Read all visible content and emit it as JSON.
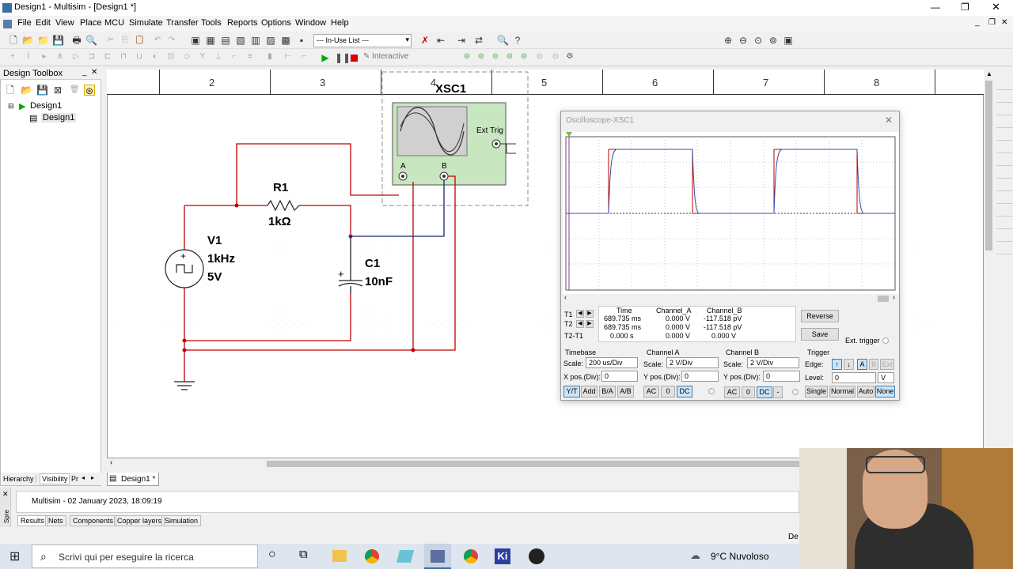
{
  "window": {
    "title": "Design1 - Multisim - [Design1 *]"
  },
  "menu": [
    "File",
    "Edit",
    "View",
    "Place",
    "MCU",
    "Simulate",
    "Transfer",
    "Tools",
    "Reports",
    "Options",
    "Window",
    "Help"
  ],
  "toolbar": {
    "inuse_list": "--- In-Use List ---",
    "interactive": "Interactive"
  },
  "toolbox": {
    "title": "Design Toolbox",
    "tree_root": "Design1",
    "tree_child": "Design1",
    "tabs": [
      "Hierarchy",
      "Visibility",
      "Pr"
    ]
  },
  "ruler": [
    "2",
    "3",
    "4",
    "5",
    "6",
    "7",
    "8"
  ],
  "schematic": {
    "xsc1": "XSC1",
    "ext_trig": "Ext Trig",
    "chan_a": "A",
    "chan_b": "B",
    "r1_name": "R1",
    "r1_value": "1kΩ",
    "v1_name": "V1",
    "v1_freq": "1kHz",
    "v1_volt": "5V",
    "c1_name": "C1",
    "c1_value": "10nF"
  },
  "scope": {
    "title": "Oscilloscope-XSC1",
    "headers": [
      "Time",
      "Channel_A",
      "Channel_B"
    ],
    "rows": [
      {
        "label": "T1",
        "time": "689.735 ms",
        "a": "0.000 V",
        "b": "-117.518 pV"
      },
      {
        "label": "T2",
        "time": "689.735 ms",
        "a": "0.000 V",
        "b": "-117.518 pV"
      },
      {
        "label": "T2-T1",
        "time": "0.000 s",
        "a": "0.000 V",
        "b": "0.000 V"
      }
    ],
    "reverse": "Reverse",
    "save": "Save",
    "ext_trigger": "Ext. trigger",
    "timebase": {
      "title": "Timebase",
      "scale_label": "Scale:",
      "scale": "200 us/Div",
      "xpos_label": "X pos.(Div):",
      "xpos": "0",
      "modes": [
        "Y/T",
        "Add",
        "B/A",
        "A/B"
      ]
    },
    "channel_a": {
      "title": "Channel A",
      "scale_label": "Scale:",
      "scale": "2  V/Div",
      "ypos_label": "Y pos.(Div):",
      "ypos": "0",
      "coupling": [
        "AC",
        "0",
        "DC"
      ]
    },
    "channel_b": {
      "title": "Channel B",
      "scale_label": "Scale:",
      "scale": "2  V/Div",
      "ypos_label": "Y pos.(Div):",
      "ypos": "0",
      "coupling": [
        "AC",
        "0",
        "DC",
        "-"
      ]
    },
    "trigger": {
      "title": "Trigger",
      "edge_label": "Edge:",
      "edge_btns": [
        "A",
        "B",
        "Ext"
      ],
      "level_label": "Level:",
      "level": "0",
      "unit": "V",
      "modes": [
        "Single",
        "Normal",
        "Auto",
        "None"
      ]
    }
  },
  "canvas_tab": "Design1 *",
  "status": {
    "message": "Multisim  -  02 January 2023, 18:09:19",
    "tabs": [
      "Results",
      "Nets",
      "Components",
      "Copper layers",
      "Simulation"
    ],
    "side_label": "Spre",
    "de": "De"
  },
  "taskbar": {
    "search": "Scrivi qui per eseguire la ricerca",
    "weather": "9°C  Nuvoloso"
  }
}
